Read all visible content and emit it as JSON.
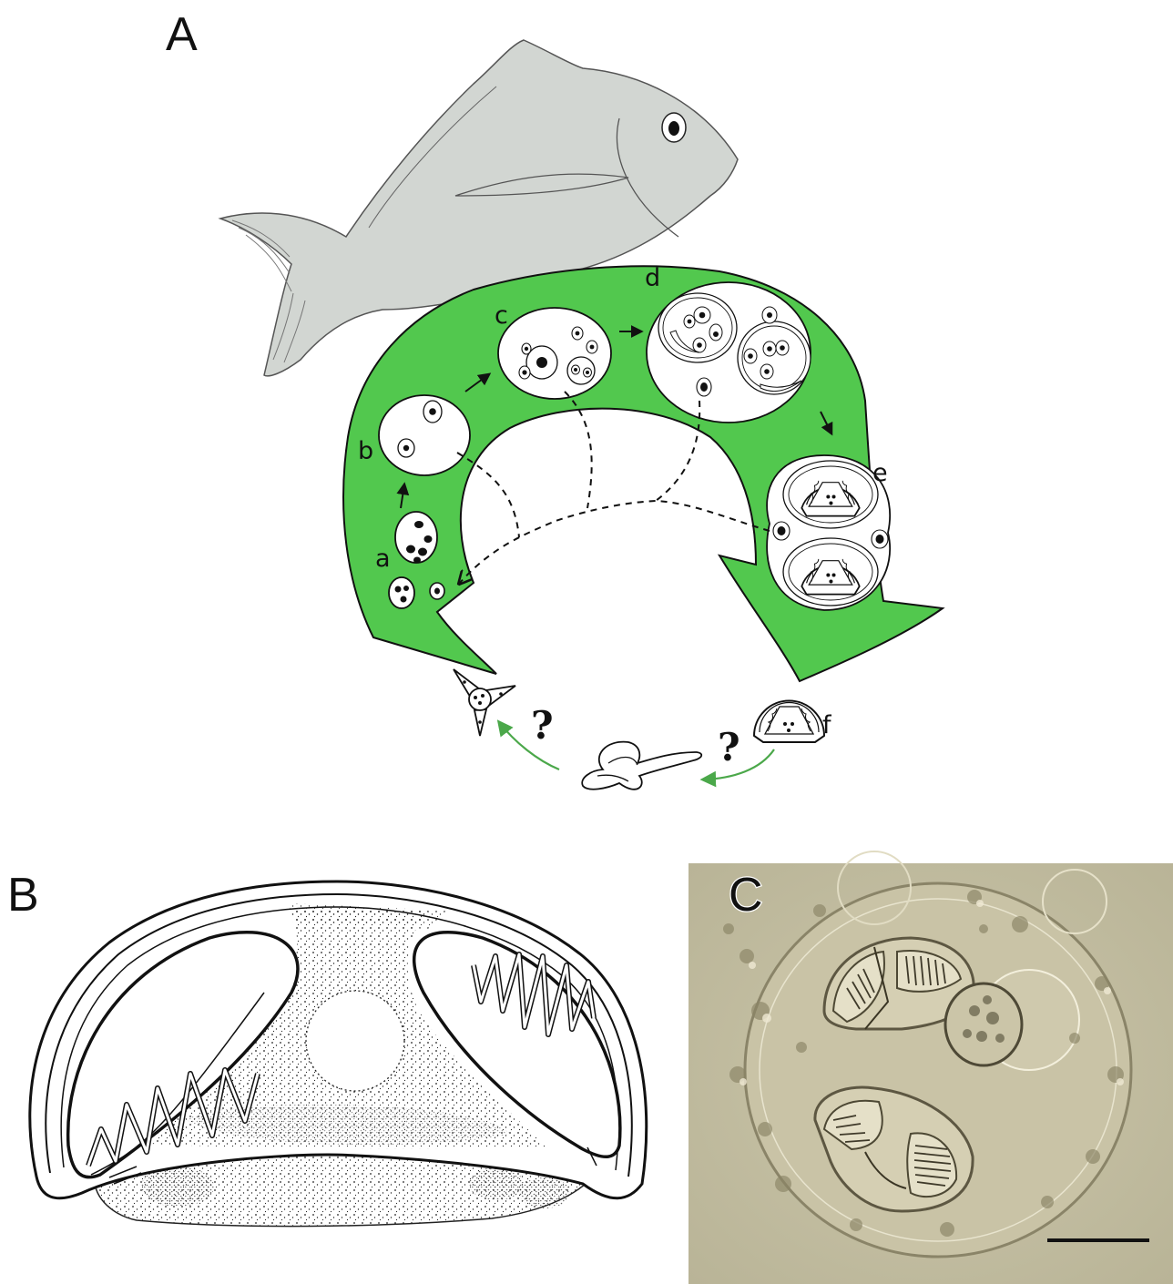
{
  "figure": {
    "panels": {
      "a": "A",
      "b": "B",
      "c": "C"
    },
    "stages": [
      "a",
      "b",
      "c",
      "d",
      "e",
      "f"
    ],
    "unknown_marker": "?",
    "colors": {
      "host_arc": "#52c84e",
      "fish_fill": "#d2d6d2",
      "transfer_arrow": "#4ba84a",
      "photo_background": "#c6c1a4"
    },
    "icons": {
      "host": "fish-icon",
      "intermediate_host": "worm-icon",
      "released_spore": "triradiate-spore-icon",
      "mature_spore": "myxospore-icon"
    }
  }
}
